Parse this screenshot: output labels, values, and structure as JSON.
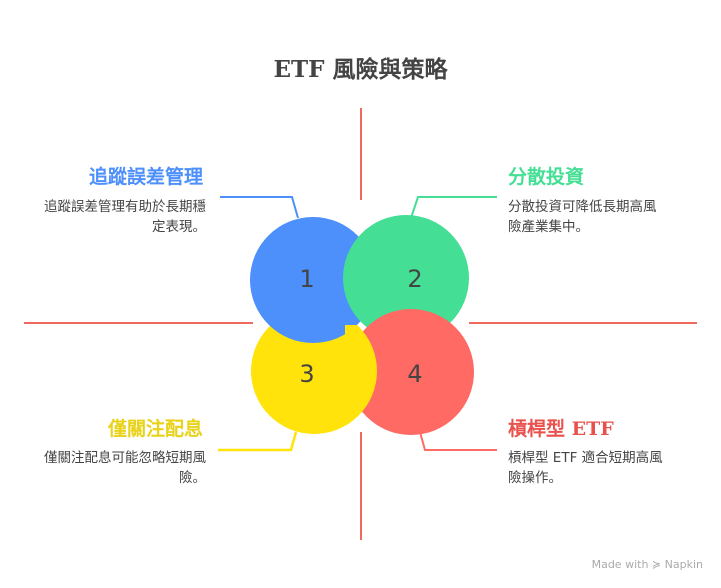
{
  "title": "ETF 風險與策略",
  "colors": {
    "blue": "#4D8FFB",
    "green": "#44DE94",
    "yellow": "#FFE30A",
    "red": "#FF6A65",
    "axis": "#F0695F"
  },
  "items": [
    {
      "number": "1",
      "heading": "追蹤誤差管理",
      "description": "追蹤誤差管理有助於長期穩定表現。"
    },
    {
      "number": "2",
      "heading": "分散投資",
      "description": "分散投資可降低長期高風險產業集中。"
    },
    {
      "number": "3",
      "heading": "僅關注配息",
      "description": "僅關注配息可能忽略短期風險。"
    },
    {
      "number": "4",
      "heading": "槓桿型 ETF",
      "description": "槓桿型 ETF 適合短期高風險操作。"
    }
  ],
  "footer": {
    "made_with": "Made with",
    "brand": "Napkin"
  }
}
